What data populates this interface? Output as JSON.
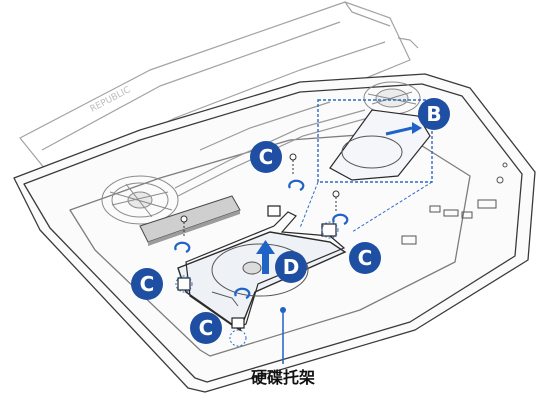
{
  "diagram": {
    "label_caption": "硬碟托架",
    "brand_text": "REPUBLIC",
    "callouts": [
      {
        "id": "B",
        "letter": "B"
      },
      {
        "id": "C1",
        "letter": "C"
      },
      {
        "id": "C2",
        "letter": "C"
      },
      {
        "id": "C3",
        "letter": "C"
      },
      {
        "id": "C4",
        "letter": "C"
      },
      {
        "id": "D",
        "letter": "D"
      }
    ],
    "colors": {
      "callout_fill": "#1f4fa3",
      "callout_text": "#ffffff",
      "line_art": "#3a3a3a",
      "light_line": "#9a9a9a",
      "highlight_blue": "#1f63c6",
      "dotted_box": "#2f6bc8",
      "shadow_fill": "#e9e9e9"
    }
  }
}
